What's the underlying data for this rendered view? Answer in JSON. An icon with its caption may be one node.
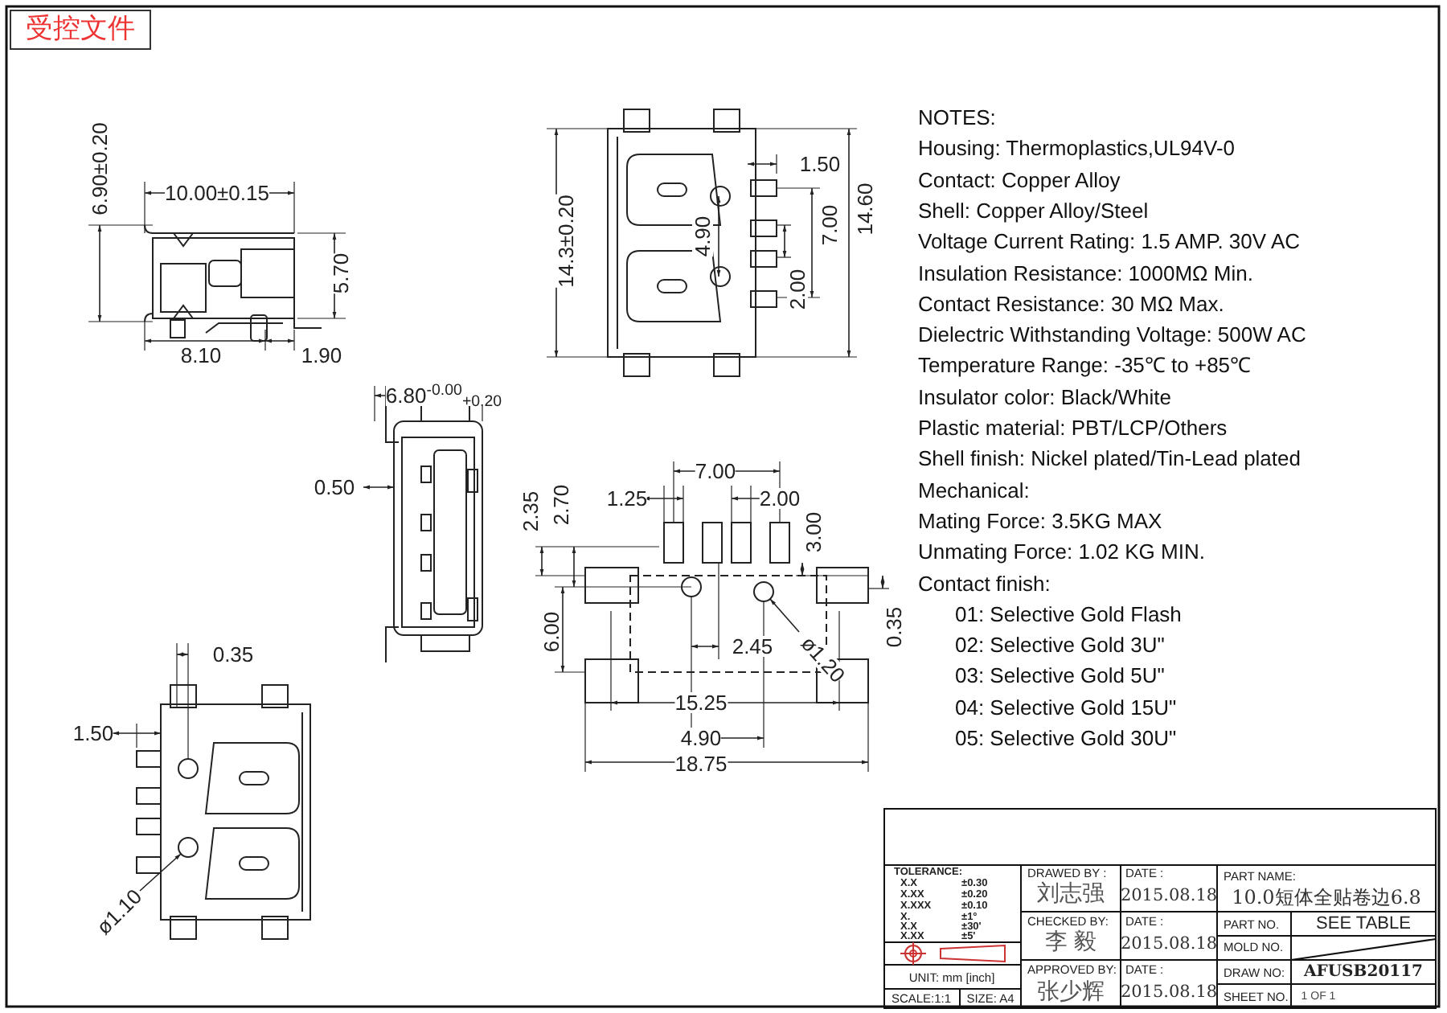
{
  "diagram": {
    "nodes": [
      {
        "text": [
          "受控文件"
        ]
      },
      {
        "text": [
          "ø1.20"
        ]
      },
      {
        "text": [],
        "shape": "circle"
      },
      {
        "text": [
          "ø1.10"
        ]
      },
      {
        "text": [],
        "shape": "circle"
      }
    ],
    "edges": [
      {
        "from": 1,
        "to": 2,
        "arrow": "to"
      },
      {
        "from": 3,
        "to": 4,
        "arrow": "to"
      }
    ],
    "labels": [
      "6.90±0.20",
      "10.00±0.15",
      "5.70",
      "8.10",
      "1.90",
      "14.3±0.20",
      "1.50",
      "4.90",
      "2.00",
      "7.00",
      "14.60",
      "NOTES:",
      "Housing:  Thermoplastics,UL94V-0",
      "Contact:  Copper Alloy",
      "Shell:  Copper Alloy/Steel",
      "Voltage Current Rating: 1.5 AMP. 30V AC",
      "Insulation Resistance: 1000MΩ Min.",
      "Contact Resistance: 30 MΩ Max.",
      "Dielectric Withstanding Voltage: 500W AC",
      "Temperature Range: -35℃ to +85℃",
      "Insulator color:  Black/White",
      "Plastic material: PBT/LCP/Others",
      "Shell finish: Nickel plated/Tin-Lead plated",
      "Mechanical:",
      "Mating Force: 3.5KG MAX",
      "Unmating Force: 1.02 KG MIN.",
      "Contact finish:",
      "01: Selective Gold Flash",
      "02: Selective Gold 3U\"",
      "03: Selective Gold 5U\"",
      "04: Selective Gold 15U\"",
      "05: Selective Gold 30U\"",
      "6.80$^{-0.00}$$_{+0.20}$",
      "0.50",
      "1.25",
      "7.00",
      "2.00",
      "2.35",
      "2.70",
      "3.00",
      "6.00",
      "2.45",
      "0.35",
      "15.25",
      "4.90",
      "18.75",
      "0.35",
      "1.50",
      "TOLERANCE:",
      "X.X",
      "±0.30",
      "X.XX",
      "±0.20",
      "X.XXX",
      "±0.10",
      "X.",
      "±1°",
      "X.X",
      "±30'",
      "X.XX",
      "±5'",
      "UNIT:  mm  [inch]",
      "SCALE:1:1",
      "SIZE:  A4",
      "DRAWED BY :",
      "刘志强",
      "DATE :",
      "2015.08.18",
      "PART NAME:",
      "10.0短体全贴卷边6.8",
      "CHECKED BY:",
      "李  毅",
      "DATE :",
      "2015.08.18",
      "PART NO.",
      "SEE TABLE",
      "MOLD NO.",
      "APPROVED BY:",
      "张少辉",
      "DATE :",
      "2015.08.18",
      "DRAW NO:",
      "AFUSB20117",
      "SHEET NO.",
      "1 OF 1"
    ]
  }
}
